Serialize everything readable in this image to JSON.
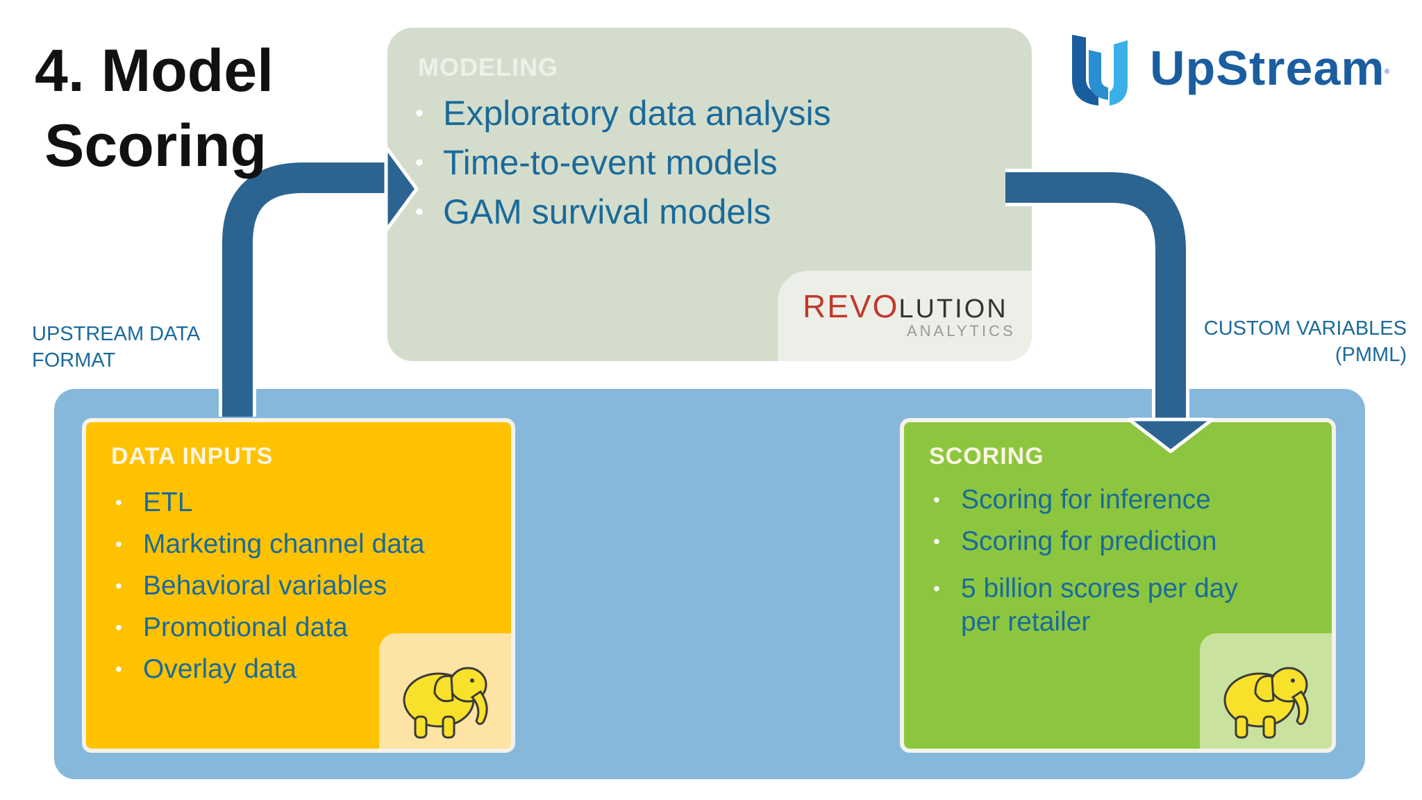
{
  "title": {
    "line1": "4. Model",
    "line2": "Scoring"
  },
  "logo": {
    "text": "UpStream",
    "registered": "®",
    "brand_color": "#1a5ea0"
  },
  "modeling": {
    "title": "MODELING",
    "items": [
      "Exploratory data analysis",
      "Time-to-event models",
      "GAM survival models"
    ],
    "vendor": {
      "main_accent": "REVO",
      "main_rest": "LUTION",
      "sub": "ANALYTICS"
    }
  },
  "data_inputs": {
    "title": "DATA INPUTS",
    "items": [
      "ETL",
      "Marketing channel data",
      "Behavioral variables",
      "Promotional data",
      "Overlay data"
    ]
  },
  "scoring": {
    "title": "SCORING",
    "items": [
      "Scoring for inference",
      "Scoring for prediction",
      "5 billion scores per day per retailer"
    ]
  },
  "labels": {
    "left_line1": "UPSTREAM DATA",
    "left_line2": "FORMAT",
    "right_line1": "CUSTOM VARIABLES",
    "right_line2": "(PMML)"
  },
  "colors": {
    "modeling_bg": "#d4ddcc",
    "panel_bg": "#86b8dc",
    "inputs_bg": "#ffc200",
    "scoring_bg": "#8cc63f",
    "arrow": "#2c6491",
    "text_blue": "#1a6a9a"
  }
}
